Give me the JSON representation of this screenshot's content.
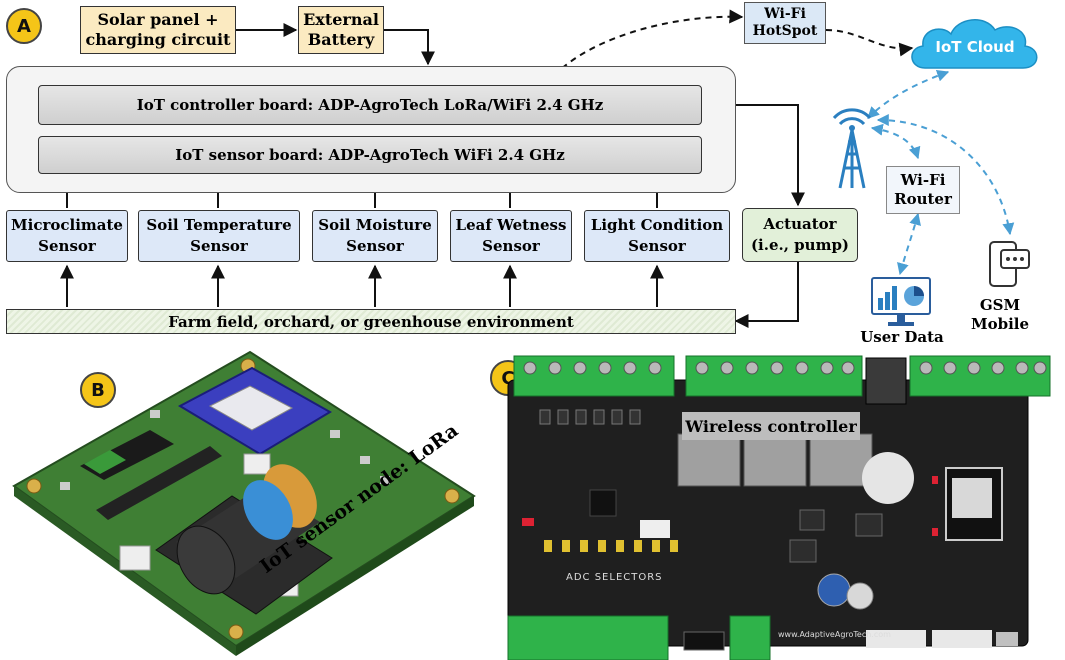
{
  "panels": {
    "a": "A",
    "b": "B",
    "c": "C"
  },
  "diagram_a": {
    "solar": "Solar panel +\ncharging circuit",
    "battery": "External\nBattery",
    "controller_board": "IoT controller board: ADP-AgroTech LoRa/WiFi 2.4 GHz",
    "sensor_board": "IoT sensor board: ADP-AgroTech WiFi 2.4 GHz",
    "sensors": [
      "Microclimate\nSensor",
      "Soil Temperature\nSensor",
      "Soil Moisture\nSensor",
      "Leaf Wetness\nSensor",
      "Light Condition\nSensor"
    ],
    "actuator": "Actuator\n(i.e., pump)",
    "field": "Farm field, orchard, or greenhouse environment",
    "hotspot": "Wi-Fi\nHotSpot",
    "cloud": "IoT Cloud",
    "router": "Wi-Fi\nRouter",
    "user_data": "User Data",
    "gsm": "GSM\nMobile"
  },
  "photo_b": {
    "caption": "IoT sensor node: LoRa"
  },
  "photo_c": {
    "controller_label": "Wireless controller",
    "adc_label": "ADC SELECTORS",
    "url": "www.AdaptiveAgroTech.com"
  },
  "colors": {
    "note_fill": "#fbeac1",
    "sensor_fill": "#dde8f8",
    "actuator_fill": "#e2f0d9",
    "cloud_fill": "#33b5ea",
    "wireless_link": "#4a9fd4",
    "pcb_green": "#3f7f34",
    "pcb_black": "#1f1f1f",
    "terminal_green": "#2fb34a",
    "panel_badge": "#f5c518"
  }
}
